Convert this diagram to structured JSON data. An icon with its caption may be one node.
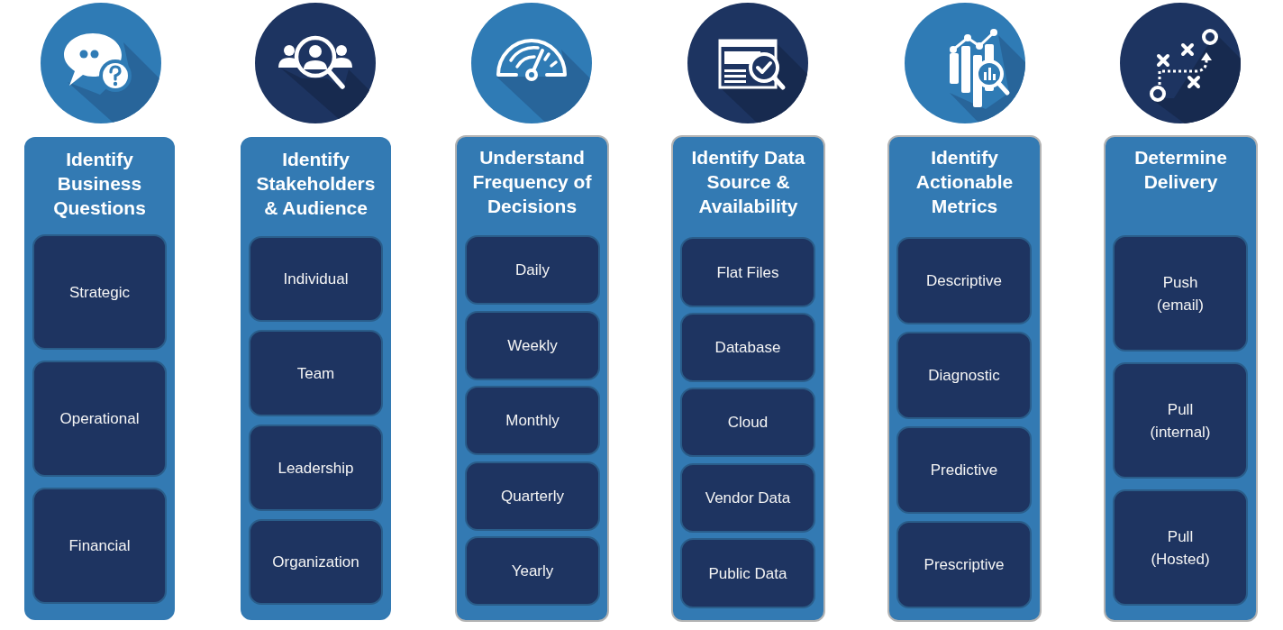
{
  "diagram": {
    "nodes": [
      {
        "text": [
          "Identify Business Questions"
        ]
      },
      {
        "text": [
          "Strategic"
        ],
        "in": 0
      },
      {
        "text": [
          "Operational"
        ],
        "in": 0
      },
      {
        "text": [
          "Financial"
        ],
        "in": 0
      },
      {
        "text": [
          "Identify Stakeholders & Audience"
        ]
      },
      {
        "text": [
          "Individual"
        ],
        "in": 4
      },
      {
        "text": [
          "Team"
        ],
        "in": 4
      },
      {
        "text": [
          "Leadership"
        ],
        "in": 4
      },
      {
        "text": [
          "Organization"
        ],
        "in": 4
      },
      {
        "text": [
          "Understand Frequency of Decisions"
        ]
      },
      {
        "text": [
          "Daily"
        ],
        "in": 9
      },
      {
        "text": [
          "Weekly"
        ],
        "in": 9
      },
      {
        "text": [
          "Monthly"
        ],
        "in": 9
      },
      {
        "text": [
          "Quarterly"
        ],
        "in": 9
      },
      {
        "text": [
          "Yearly"
        ],
        "in": 9
      },
      {
        "text": [
          "Identify Data Source & Availability"
        ]
      },
      {
        "text": [
          "Flat Files"
        ],
        "in": 15
      },
      {
        "text": [
          "Database"
        ],
        "in": 15
      },
      {
        "text": [
          "Cloud"
        ],
        "in": 15
      },
      {
        "text": [
          "Vendor Data"
        ],
        "in": 15
      },
      {
        "text": [
          "Public Data"
        ],
        "in": 15
      },
      {
        "text": [
          "Identify Actionable Metrics"
        ]
      },
      {
        "text": [
          "Descriptive"
        ],
        "in": 21
      },
      {
        "text": [
          "Diagnostic"
        ],
        "in": 21
      },
      {
        "text": [
          "Predictive"
        ],
        "in": 21
      },
      {
        "text": [
          "Prescriptive"
        ],
        "in": 21
      },
      {
        "text": [
          "Determine Delivery"
        ]
      },
      {
        "text": [
          "Push (email)"
        ],
        "in": 26
      },
      {
        "text": [
          "Pull (internal)"
        ],
        "in": 26
      },
      {
        "text": [
          "Pull (Hosted)"
        ],
        "in": 26
      }
    ]
  }
}
